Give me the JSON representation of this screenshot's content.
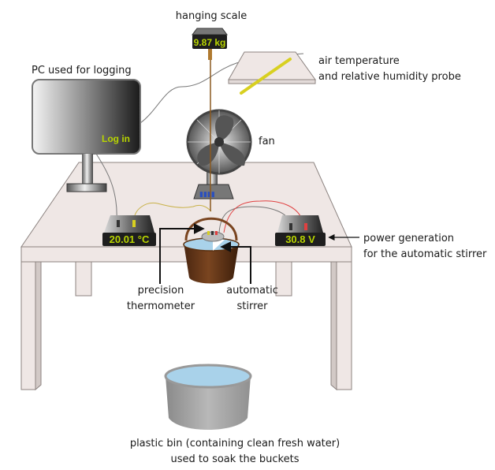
{
  "labels": {
    "hanging_scale": "hanging scale",
    "pc": "PC used for logging",
    "probe_line1": "air temperature",
    "probe_line2": "and relative humidity probe",
    "fan": "fan",
    "power_line1": "power generation",
    "power_line2": "for the automatic stirrer",
    "thermometer_line1": "precision",
    "thermometer_line2": "thermometer",
    "stirrer_line1": "automatic",
    "stirrer_line2": "stirrer",
    "bin_line1": "plastic bin (containing clean fresh water)",
    "bin_line2": "used to soak the buckets"
  },
  "readouts": {
    "scale": "9.87 kg",
    "thermometer": "20.01 °C",
    "power": "30.8 V",
    "pc_screen": "Log in"
  },
  "colors": {
    "lcd_text": "#b8d400",
    "lcd_bg": "#1e1e1e",
    "table": "#efe7e5",
    "table_edge": "#8c8380",
    "water": "#a9d2ea",
    "bucket": "#6b3a17",
    "wire_red": "#e04040",
    "wire_yellow": "#c9b24a",
    "probe": "#d8d020"
  }
}
